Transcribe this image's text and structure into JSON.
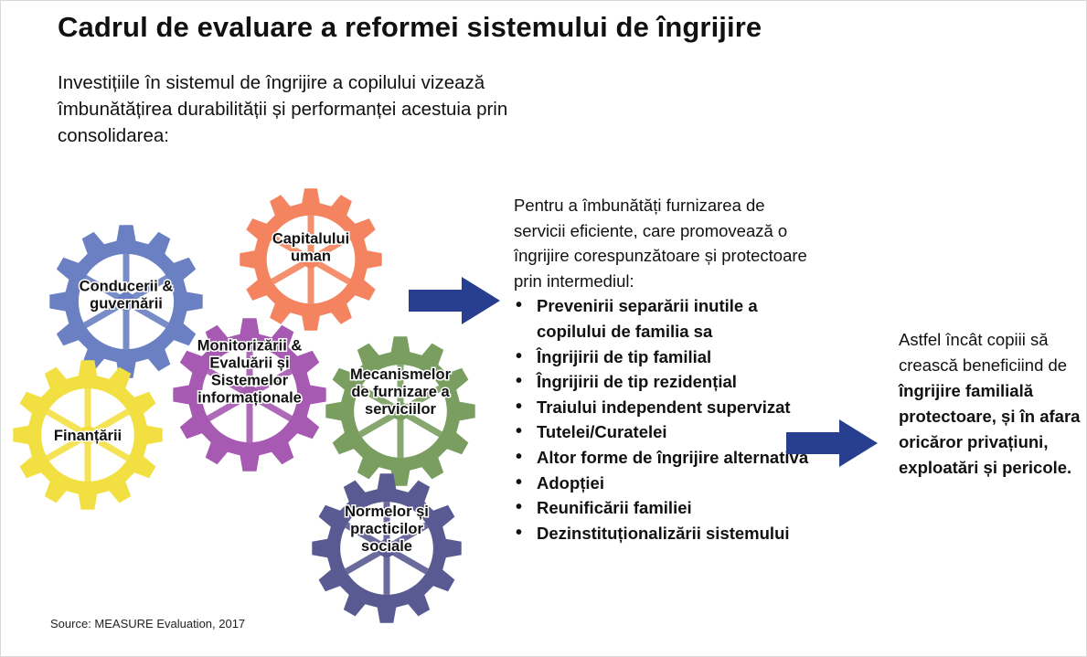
{
  "title": "Cadrul de evaluare a reformei sistemului de îngrijire",
  "intro": "Investițiile în sistemul de îngrijire a copilului vizează îmbunătățirea durabilității și performanței acestuia prin consolidarea:",
  "source": "Source: MEASURE Evaluation, 2017",
  "gears": [
    {
      "id": "capital",
      "lines": [
        "Capitalului",
        "uman"
      ],
      "color": "#F4845F"
    },
    {
      "id": "conducere",
      "lines": [
        "Conducerii &",
        "guvernării"
      ],
      "color": "#6A80C2"
    },
    {
      "id": "monitorizare",
      "lines": [
        "Monitorizării &",
        "Evaluării și",
        "Sistemelor",
        "informaționale"
      ],
      "color": "#A65AB2"
    },
    {
      "id": "mecanisme",
      "lines": [
        "Mecanismelor",
        "de furnizare a",
        "serviciilor"
      ],
      "color": "#7A9E5F"
    },
    {
      "id": "finantare",
      "lines": [
        "Finanțării"
      ],
      "color": "#F2E043"
    },
    {
      "id": "norme",
      "lines": [
        "Normelor și",
        "practicilor",
        "sociale"
      ],
      "color": "#5A5A92"
    }
  ],
  "arrow_color": "#283E8E",
  "middle": {
    "lead": "Pentru a îmbunătăți furnizarea de servicii eficiente, care promovează o îngrijire corespunzătoare și protectoare prin intermediul:",
    "items": [
      "Prevenirii separării inutile a copilului de familia sa",
      "Îngrijirii de tip familial",
      "Îngrijirii de tip rezidențial",
      "Traiului independent supervizat",
      "Tutelei/Curatelei",
      "Altor forme de îngrijire alternativă",
      "Adopției",
      "Reunificării familiei",
      "Dezinstituționalizării sistemului"
    ]
  },
  "right": {
    "normal": "Astfel încât copiii să crească beneficiind de ",
    "bold": "îngrijire familială protectoare, și    în afara oricăror privațiuni, exploatări și pericole."
  }
}
